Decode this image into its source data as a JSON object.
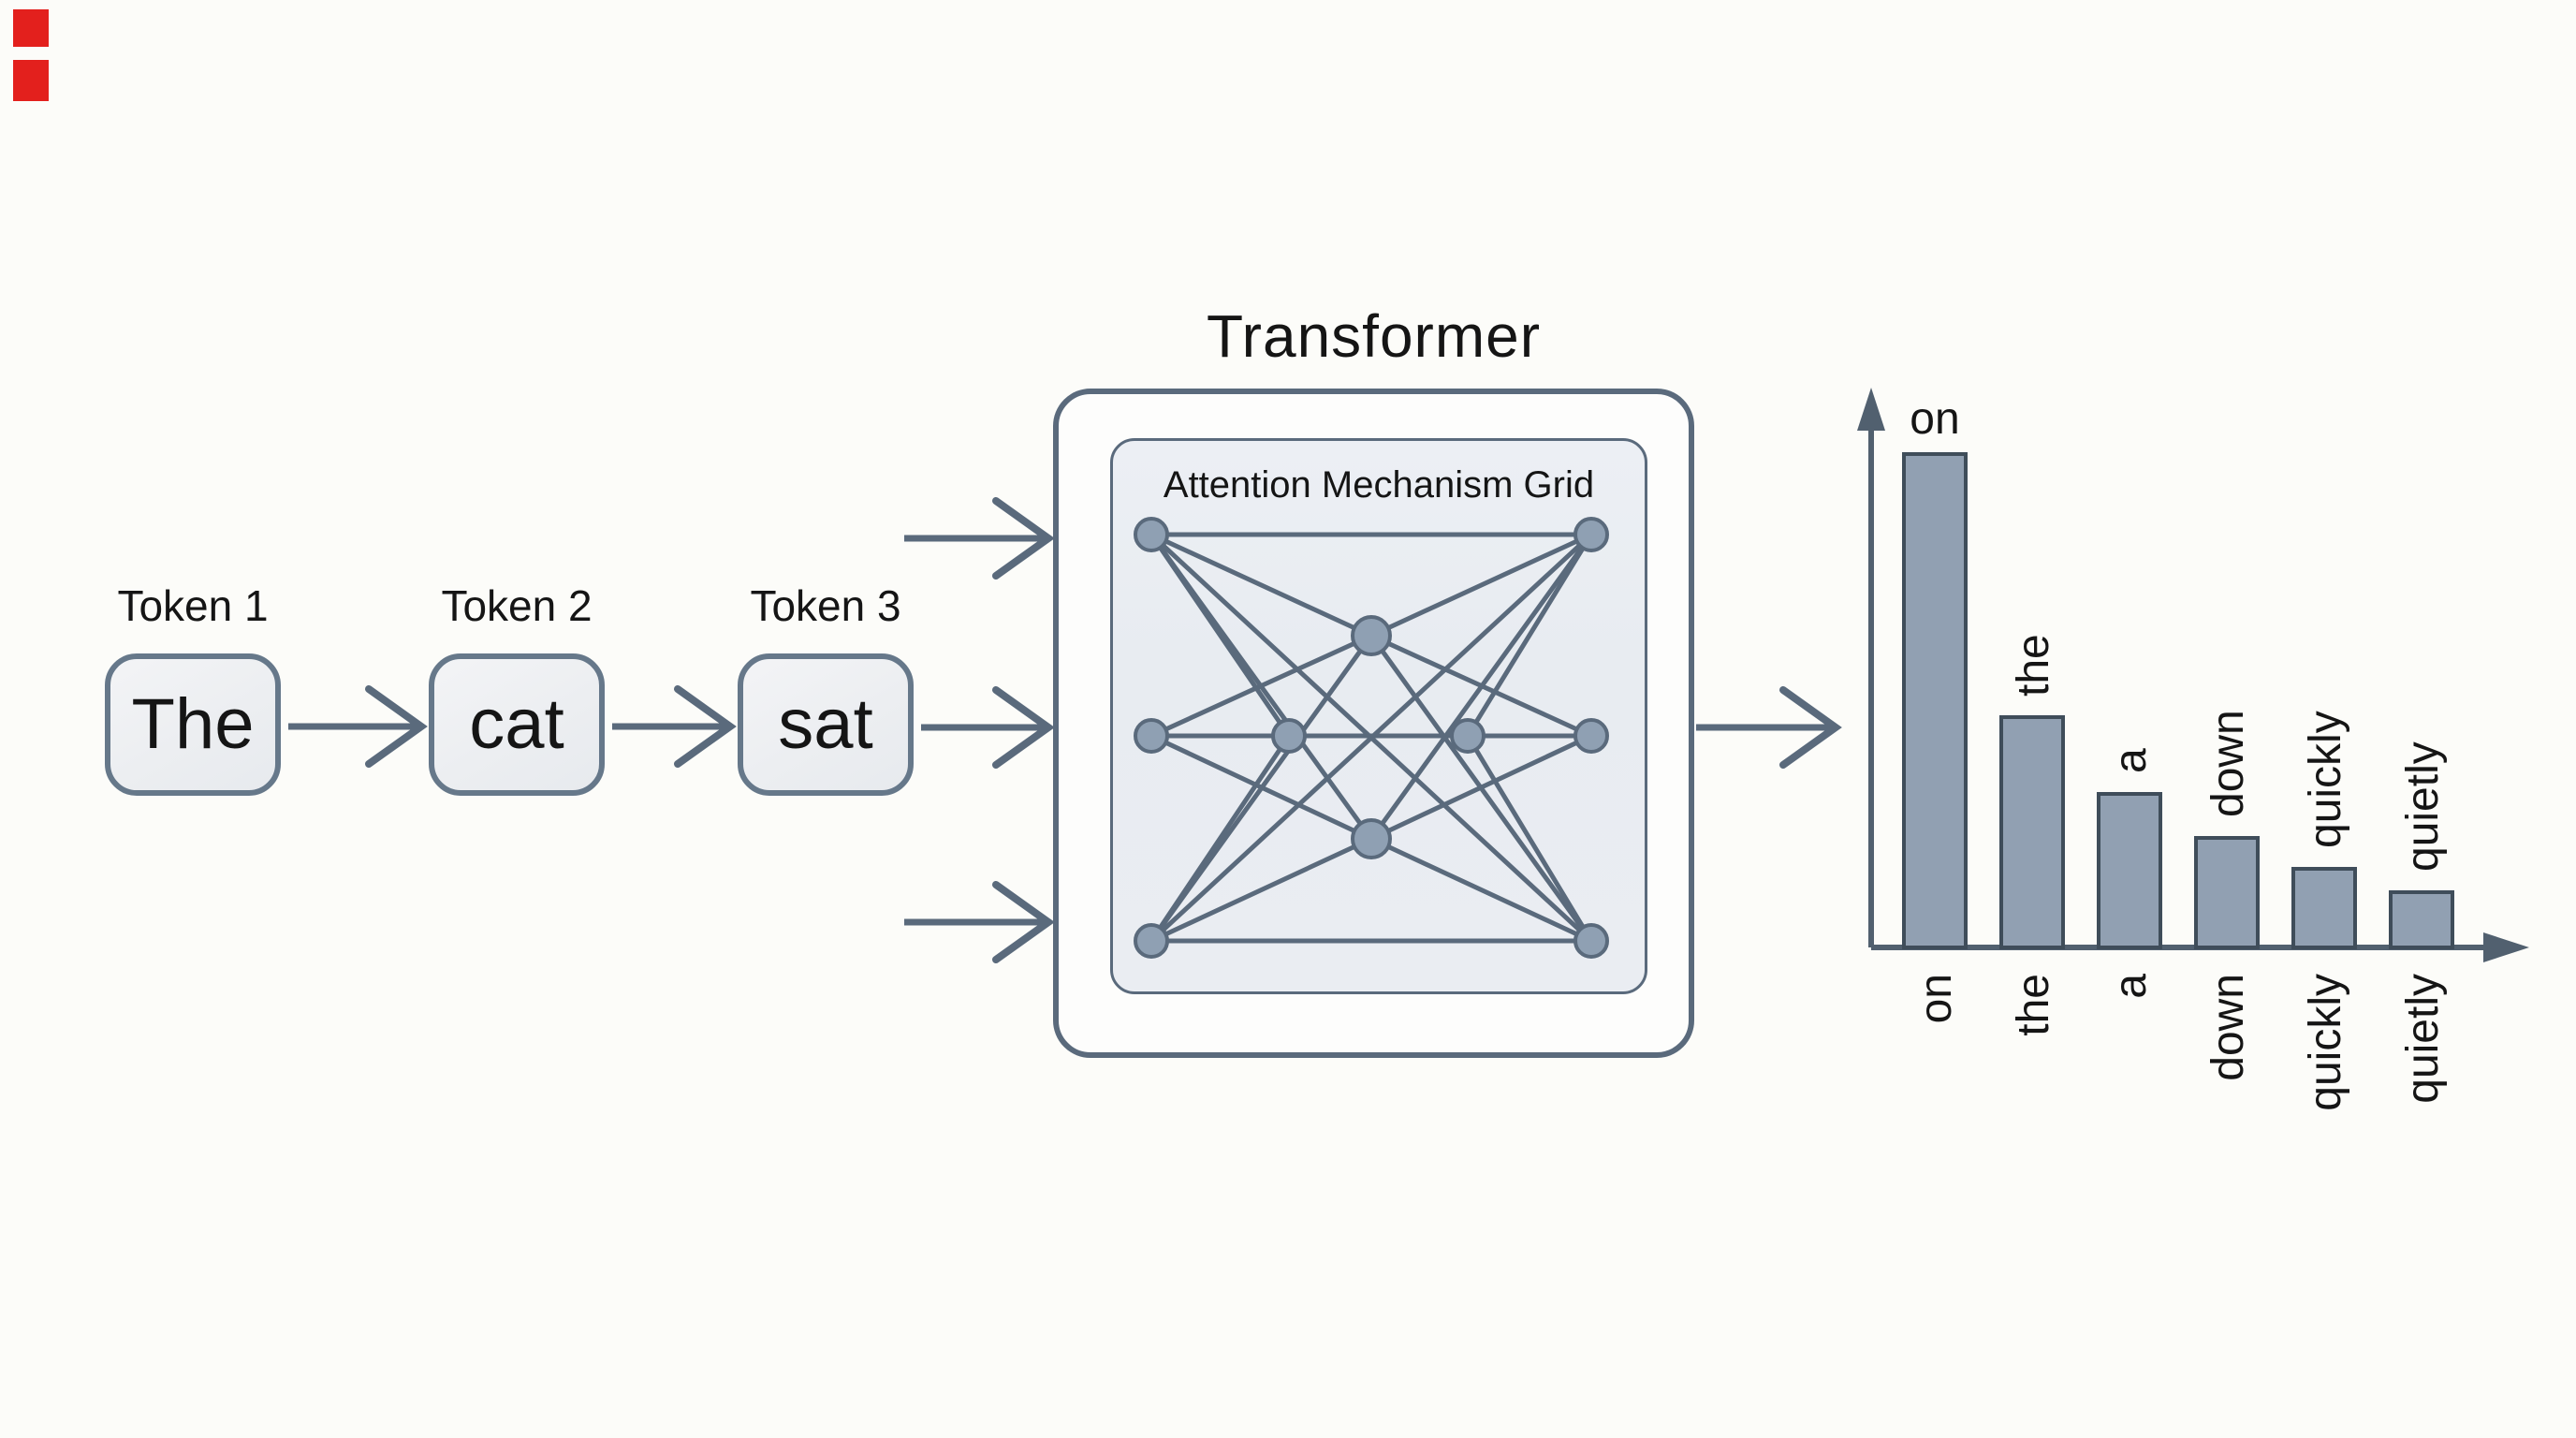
{
  "page": {
    "background": "#fcfcf9"
  },
  "artifacts": {
    "color": "#e3201d",
    "description": "two small red marks in the top-left corner"
  },
  "tokens": {
    "items": [
      {
        "label": "Token 1",
        "word": "The"
      },
      {
        "label": "Token 2",
        "word": "cat"
      },
      {
        "label": "Token 3",
        "word": "sat"
      }
    ]
  },
  "transformer": {
    "title": "Transformer",
    "inner_label": "Attention Mechanism Grid"
  },
  "chart_data": {
    "type": "bar",
    "title": "",
    "xlabel": "",
    "ylabel": "",
    "categories": [
      "on",
      "the",
      "a",
      "down",
      "quickly",
      "quietly"
    ],
    "values": [
      0.45,
      0.21,
      0.14,
      0.1,
      0.072,
      0.05
    ],
    "value_units": "relative next-token probability (axes unlabeled, no ticks)",
    "ylim": [
      0,
      0.5
    ],
    "grid": false,
    "legend": false,
    "bar_color": "#91a0b2",
    "bar_border_color": "#3f4d5a",
    "axis_color": "#51606f",
    "label_layout": "each category label appears above its bar (first horizontal, rest rotated 90) and rotated 90 below the x-axis"
  },
  "colors": {
    "stroke": "#5a6a7c",
    "node_fill": "#8fa0b3",
    "node_border": "#5a6a7c",
    "outer_box_fill": "#fdfdfc",
    "inner_box_fill": "#e9edf2",
    "token_box_fill": "#eef0f3",
    "token_box_border": "#66788a",
    "text": "#151515"
  }
}
